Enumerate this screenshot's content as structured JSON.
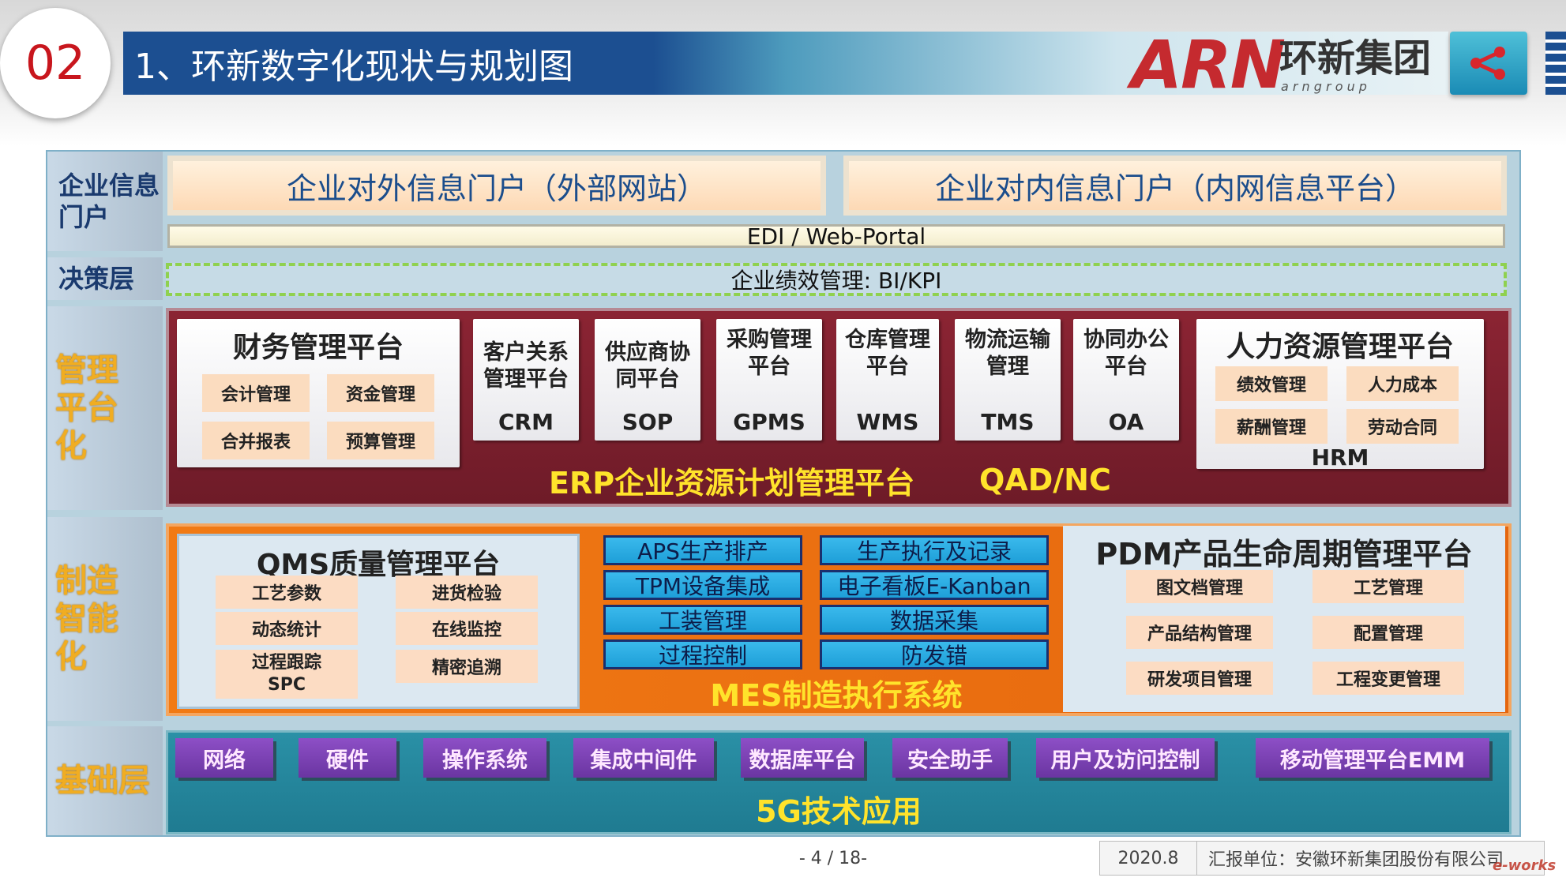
{
  "header": {
    "section_number": "02",
    "title": "1、环新数字化现状与规划图",
    "logo_text": "ARN",
    "logo_cn": "环新集团",
    "logo_sub": "a r n   g r o u p"
  },
  "layers": {
    "portal_label": "企业信息门户",
    "decision_label": "决策层",
    "management_label": "管理平台化",
    "manufacturing_label": "制造智能化",
    "base_label": "基础层"
  },
  "portal": {
    "external": "企业对外信息门户（外部网站）",
    "internal": "企业对内信息门户（内网信息平台）",
    "edi": "EDI / Web-Portal"
  },
  "decision": {
    "kpi": "企业绩效管理: BI/KPI"
  },
  "erp": {
    "finance": {
      "title": "财务管理平台",
      "items": [
        "会计管理",
        "资金管理",
        "合并报表",
        "预算管理"
      ]
    },
    "modules": [
      {
        "name": "客户关系管理平台",
        "code": "CRM"
      },
      {
        "name": "供应商协同平台",
        "code": "SOP"
      },
      {
        "name": "采购管理平台",
        "code": "GPMS"
      },
      {
        "name": "仓库管理平台",
        "code": "WMS"
      },
      {
        "name": "物流运输管理",
        "code": "TMS"
      },
      {
        "name": "协同办公平台",
        "code": "OA"
      }
    ],
    "hr": {
      "title": "人力资源管理平台",
      "items": [
        "绩效管理",
        "人力成本",
        "薪酬管理",
        "劳动合同"
      ],
      "code": "HRM"
    },
    "title": "ERP企业资源计划管理平台",
    "vendor": "QAD/NC"
  },
  "mes": {
    "qms": {
      "title": "QMS质量管理平台",
      "items": [
        "工艺参数",
        "进货检验",
        "动态统计",
        "在线监控",
        "过程跟踪SPC",
        "精密追溯"
      ]
    },
    "functions_left": [
      "APS生产排产",
      "TPM设备集成",
      "工装管理",
      "过程控制"
    ],
    "functions_right": [
      "生产执行及记录",
      "电子看板E-Kanban",
      "数据采集",
      "防发错"
    ],
    "title": "MES制造执行系统",
    "pdm": {
      "title": "PDM产品生命周期管理平台",
      "items": [
        "图文档管理",
        "工艺管理",
        "产品结构管理",
        "配置管理",
        "研发项目管理",
        "工程变更管理"
      ]
    }
  },
  "base": {
    "items": [
      "网络",
      "硬件",
      "操作系统",
      "集成中间件",
      "数据库平台",
      "安全助手",
      "用户及访问控制",
      "移动管理平台EMM"
    ],
    "title": "5G技术应用"
  },
  "footer": {
    "page": "- 4 / 18-",
    "date": "2020.8",
    "unit": "汇报单位：安徽环新集团股份有限公司",
    "watermark": "e-works"
  },
  "colors": {
    "erp_bg": "#8b2433",
    "mes_bg": "#f17a14",
    "base_bg": "#2a90a6",
    "accent_yellow": "#ffe32b",
    "title_blue": "#1c4f91"
  }
}
